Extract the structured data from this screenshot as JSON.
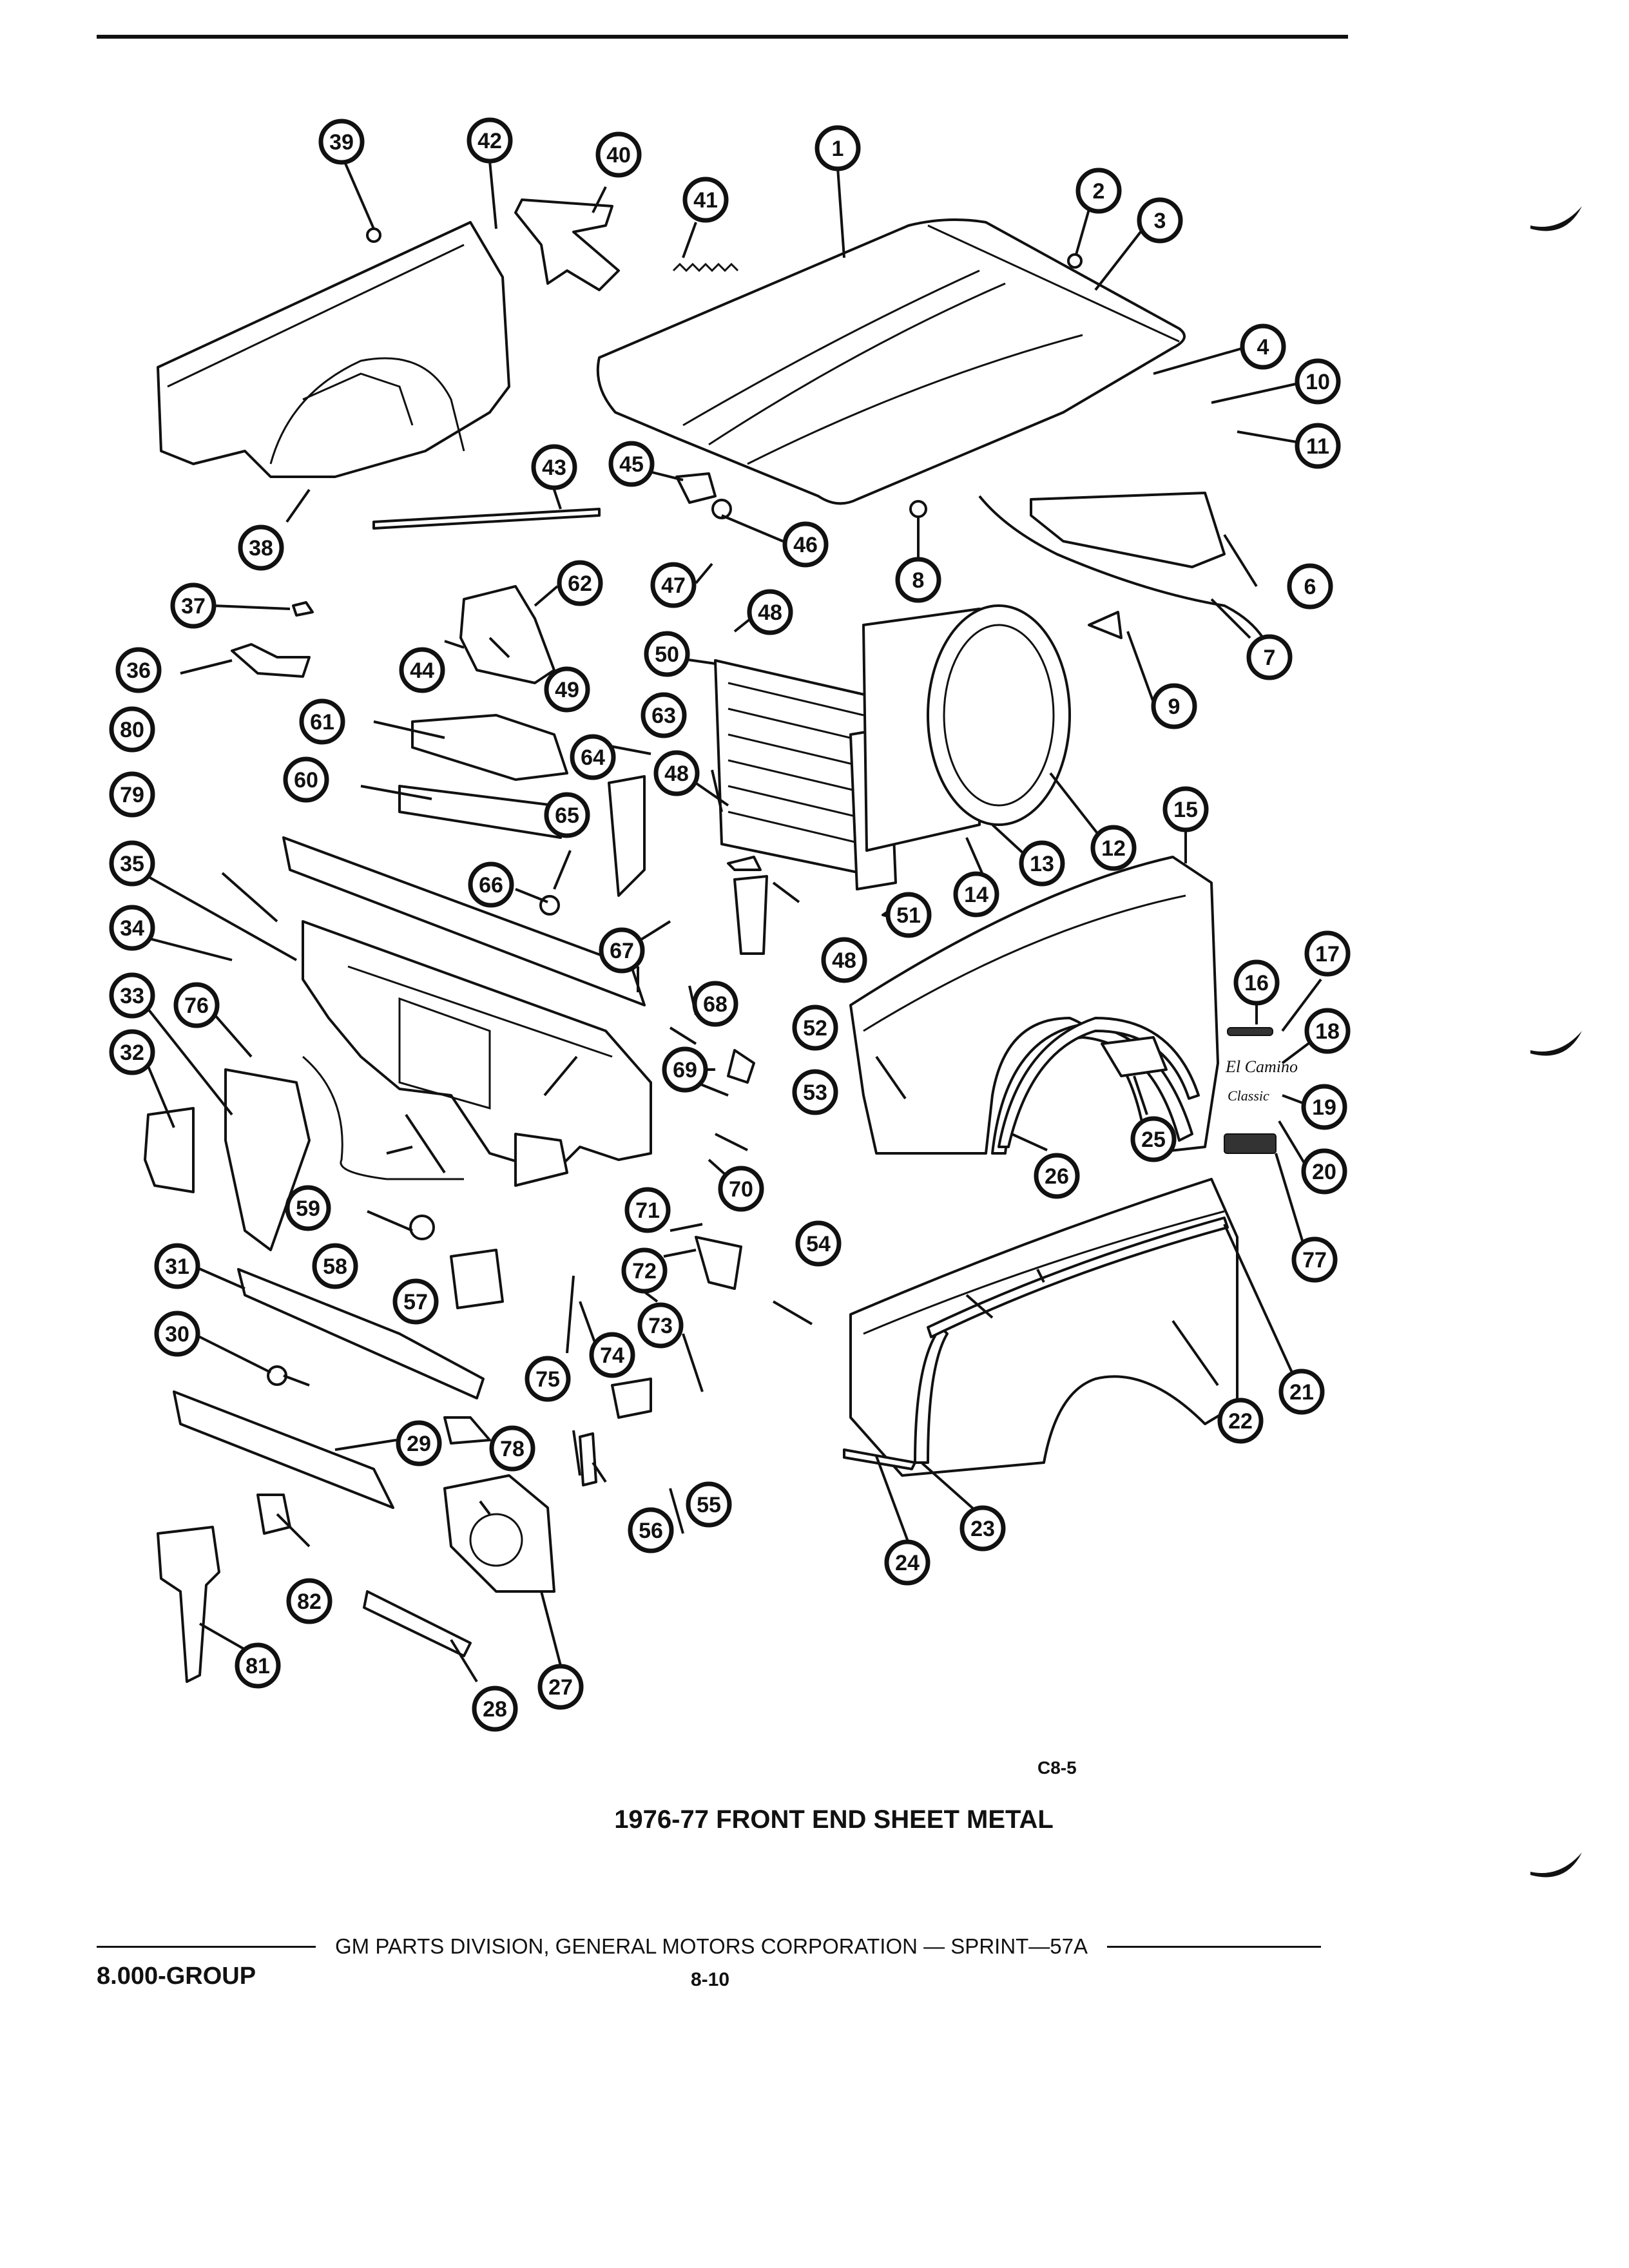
{
  "figure": {
    "code": "C8-5",
    "title": "1976-77 FRONT END SHEET METAL"
  },
  "footer": {
    "publisher": "GM PARTS DIVISION, GENERAL MOTORS CORPORATION — SPRINT—57A",
    "group": "8.000-GROUP",
    "page": "8-10"
  },
  "callouts": [
    "1",
    "2",
    "3",
    "4",
    "6",
    "7",
    "8",
    "9",
    "10",
    "11",
    "12",
    "13",
    "14",
    "15",
    "16",
    "17",
    "18",
    "19",
    "20",
    "21",
    "22",
    "23",
    "24",
    "25",
    "26",
    "27",
    "28",
    "29",
    "30",
    "31",
    "32",
    "33",
    "34",
    "35",
    "36",
    "37",
    "38",
    "39",
    "40",
    "41",
    "42",
    "43",
    "44",
    "45",
    "46",
    "47",
    "48",
    "48",
    "48",
    "48",
    "49",
    "50",
    "51",
    "52",
    "53",
    "54",
    "55",
    "56",
    "57",
    "58",
    "59",
    "60",
    "61",
    "62",
    "63",
    "64",
    "65",
    "66",
    "67",
    "68",
    "69",
    "70",
    "71",
    "72",
    "73",
    "74",
    "75",
    "76",
    "77",
    "78",
    "79",
    "80",
    "81",
    "82"
  ],
  "emblem_text": {
    "part_18": "El Camino",
    "part_19": "Classic"
  }
}
